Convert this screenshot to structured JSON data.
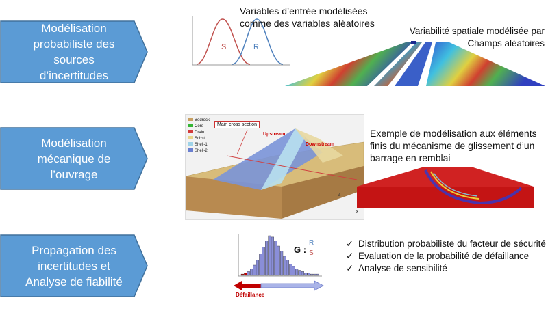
{
  "steps": [
    {
      "label_line1": "Modélisation",
      "label_line2": "probabiliste des sources",
      "label_line3": "d’incertitudes"
    },
    {
      "label_line1": "Modélisation",
      "label_line2": "mécanique de l’ouvrage"
    },
    {
      "label_line1": "Propagation des",
      "label_line2": "incertitudes et",
      "label_line3": "Analyse de fiabilité"
    }
  ],
  "section1": {
    "input_vars_line1": "Variables d’entrée modélisées",
    "input_vars_line2": "comme des variables aléatoires",
    "curve_s_label": "S",
    "curve_r_label": "R",
    "spatial_line1": "Variabilité spatiale modélisée par",
    "spatial_line2": "Champs aléatoires"
  },
  "section2": {
    "legend": [
      {
        "name": "Bedrock",
        "color": "#c8a063"
      },
      {
        "name": "Core",
        "color": "#35b535"
      },
      {
        "name": "Drain",
        "color": "#d23b3b"
      },
      {
        "name": "Schst",
        "color": "#e8d48a"
      },
      {
        "name": "Shell-1",
        "color": "#9fd3e8"
      },
      {
        "name": "Shell-2",
        "color": "#6a7fd0"
      }
    ],
    "main_cross_section": "Main cross section",
    "upstream": "Upstream",
    "downstream": "Downstream",
    "axis_z": "Z",
    "axis_x": "X",
    "fe_line1": "Exemple de modélisation aux éléments",
    "fe_line2": "finis du mécanisme de glissement d’un",
    "fe_line3": "barrage en remblai"
  },
  "section3": {
    "formula_g": "G :",
    "formula_num": "R",
    "formula_den": "S",
    "failure_label": "Défaillance",
    "bullets": [
      "Distribution probabiliste du facteur de sécurité",
      "Evaluation de la probabilité de défaillance",
      "Analyse de sensibilité"
    ],
    "histogram_values": [
      1,
      2,
      3,
      5,
      8,
      12,
      17,
      22,
      27,
      31,
      30,
      27,
      23,
      19,
      15,
      12,
      9,
      7,
      5,
      4,
      3,
      2,
      2,
      1,
      1,
      1
    ]
  },
  "colors": {
    "arrow_fill": "#5b9bd5",
    "arrow_stroke": "#41719c",
    "curve_s": "#c0504d",
    "curve_r": "#4f81bd",
    "failure_arrow": "#c00000",
    "safe_arrow": "#aab4e8"
  }
}
